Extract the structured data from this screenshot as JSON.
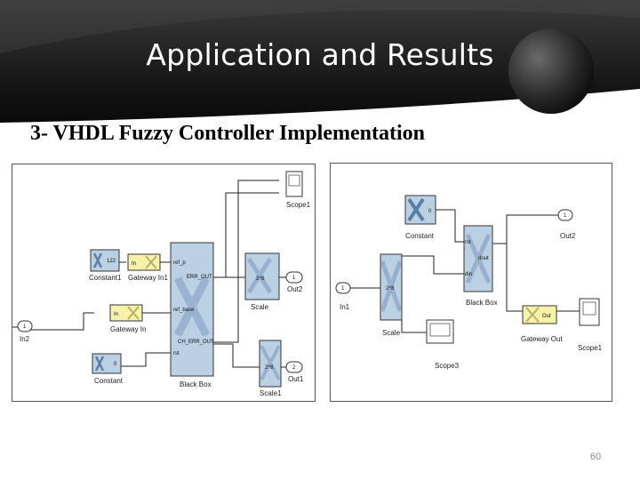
{
  "slide": {
    "title": "Application and Results",
    "subtitle": "3- VHDL Fuzzy Controller Implementation",
    "page_number": "60"
  },
  "left_diagram": {
    "scope_label": "Scope1",
    "constant_value": "122",
    "constant_label": "Constant1",
    "gateway_in_text": "In",
    "gateway_in_label": "Gateway In",
    "gateway_in1_label": "Gateway In1",
    "input_port_number": "1",
    "input_port_label": "In2",
    "constant2_value": "0",
    "constant2_label": "Constant",
    "blackbox_label": "Black Box",
    "bb_port_ref": "ref_p",
    "bb_port_err_out": "ERR_OUT",
    "bb_port_ref_base": "ref_base",
    "bb_port_ch_err_out": "CH_ERR_OUT",
    "bb_port_rst": "rst",
    "scale_label": "Scale",
    "scale_gain": "2^8",
    "scale1_label": "Scale1",
    "scale1_gain": "2^8",
    "out2_number": "1",
    "out2_label": "Out2",
    "out1_number": "2",
    "out1_label": "Out1"
  },
  "right_diagram": {
    "constant_value": "0",
    "constant_label": "Constant",
    "input_port_number": "1",
    "input_port_label": "In1",
    "scale_label": "Scale",
    "scale_gain": "2^8",
    "scope3_label": "Scope3",
    "blackbox_label": "Black Box",
    "bb_port_rst": "rst",
    "bb_port_dout": "dout",
    "bb_port_din": "din",
    "out2_number": "1",
    "out2_label": "Out2",
    "gateway_out_text": "Out",
    "gateway_out_label": "Gateway Out",
    "scope1_label": "Scope1"
  },
  "colors": {
    "xilinx_block": "#bcd0e4",
    "gateway_block": "#f7f2a8",
    "banner_dark": "#1c1c1c"
  }
}
